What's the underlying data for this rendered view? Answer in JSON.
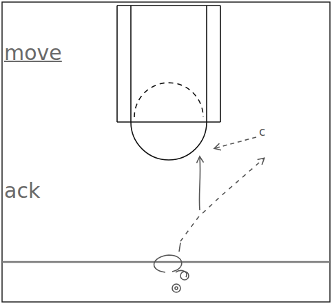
{
  "diagram": {
    "labels": [
      "move",
      "ack",
      "c"
    ]
  }
}
